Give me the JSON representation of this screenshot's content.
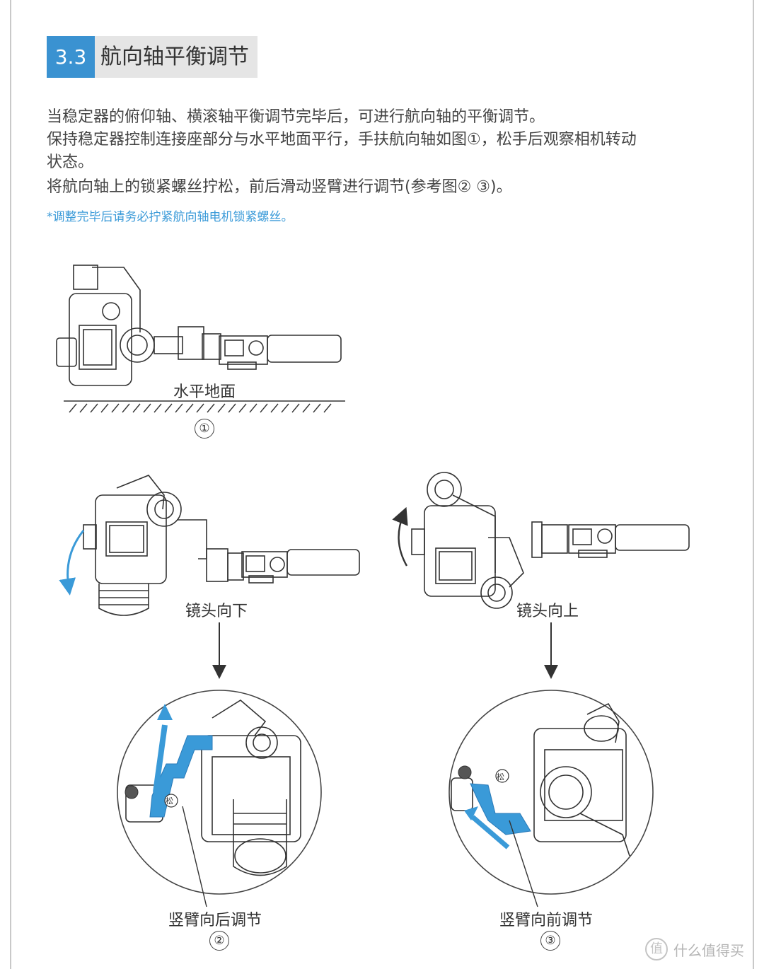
{
  "section": {
    "number": "3.3",
    "title": "航向轴平衡调节"
  },
  "paragraphs": [
    "当稳定器的俯仰轴、横滚轴平衡调节完毕后，可进行航向轴的平衡调节。",
    "保持稳定器控制连接座部分与水平地面平行，手扶航向轴如图①，松手后观察相机转动",
    "状态。",
    "将航向轴上的锁紧螺丝拧松，前后滑动竖臂进行调节(参考图② ③)。"
  ],
  "note": "*调整完毕后请务必拧紧航向轴电机锁紧螺丝。",
  "figure1": {
    "ground_label": "水平地面",
    "marker": "①"
  },
  "figure2": {
    "state_label": "镜头向下",
    "adjust_label": "竖臂向后调节",
    "marker": "②",
    "loosen_badge": "松"
  },
  "figure3": {
    "state_label": "镜头向上",
    "adjust_label": "竖臂向前调节",
    "marker": "③",
    "loosen_badge": "松"
  },
  "watermark": {
    "icon": "值",
    "text": "什么值得买"
  },
  "colors": {
    "accent": "#3a92d1",
    "note": "#3a9ad8",
    "title_bg": "#e5e5e5",
    "line": "#444444"
  }
}
